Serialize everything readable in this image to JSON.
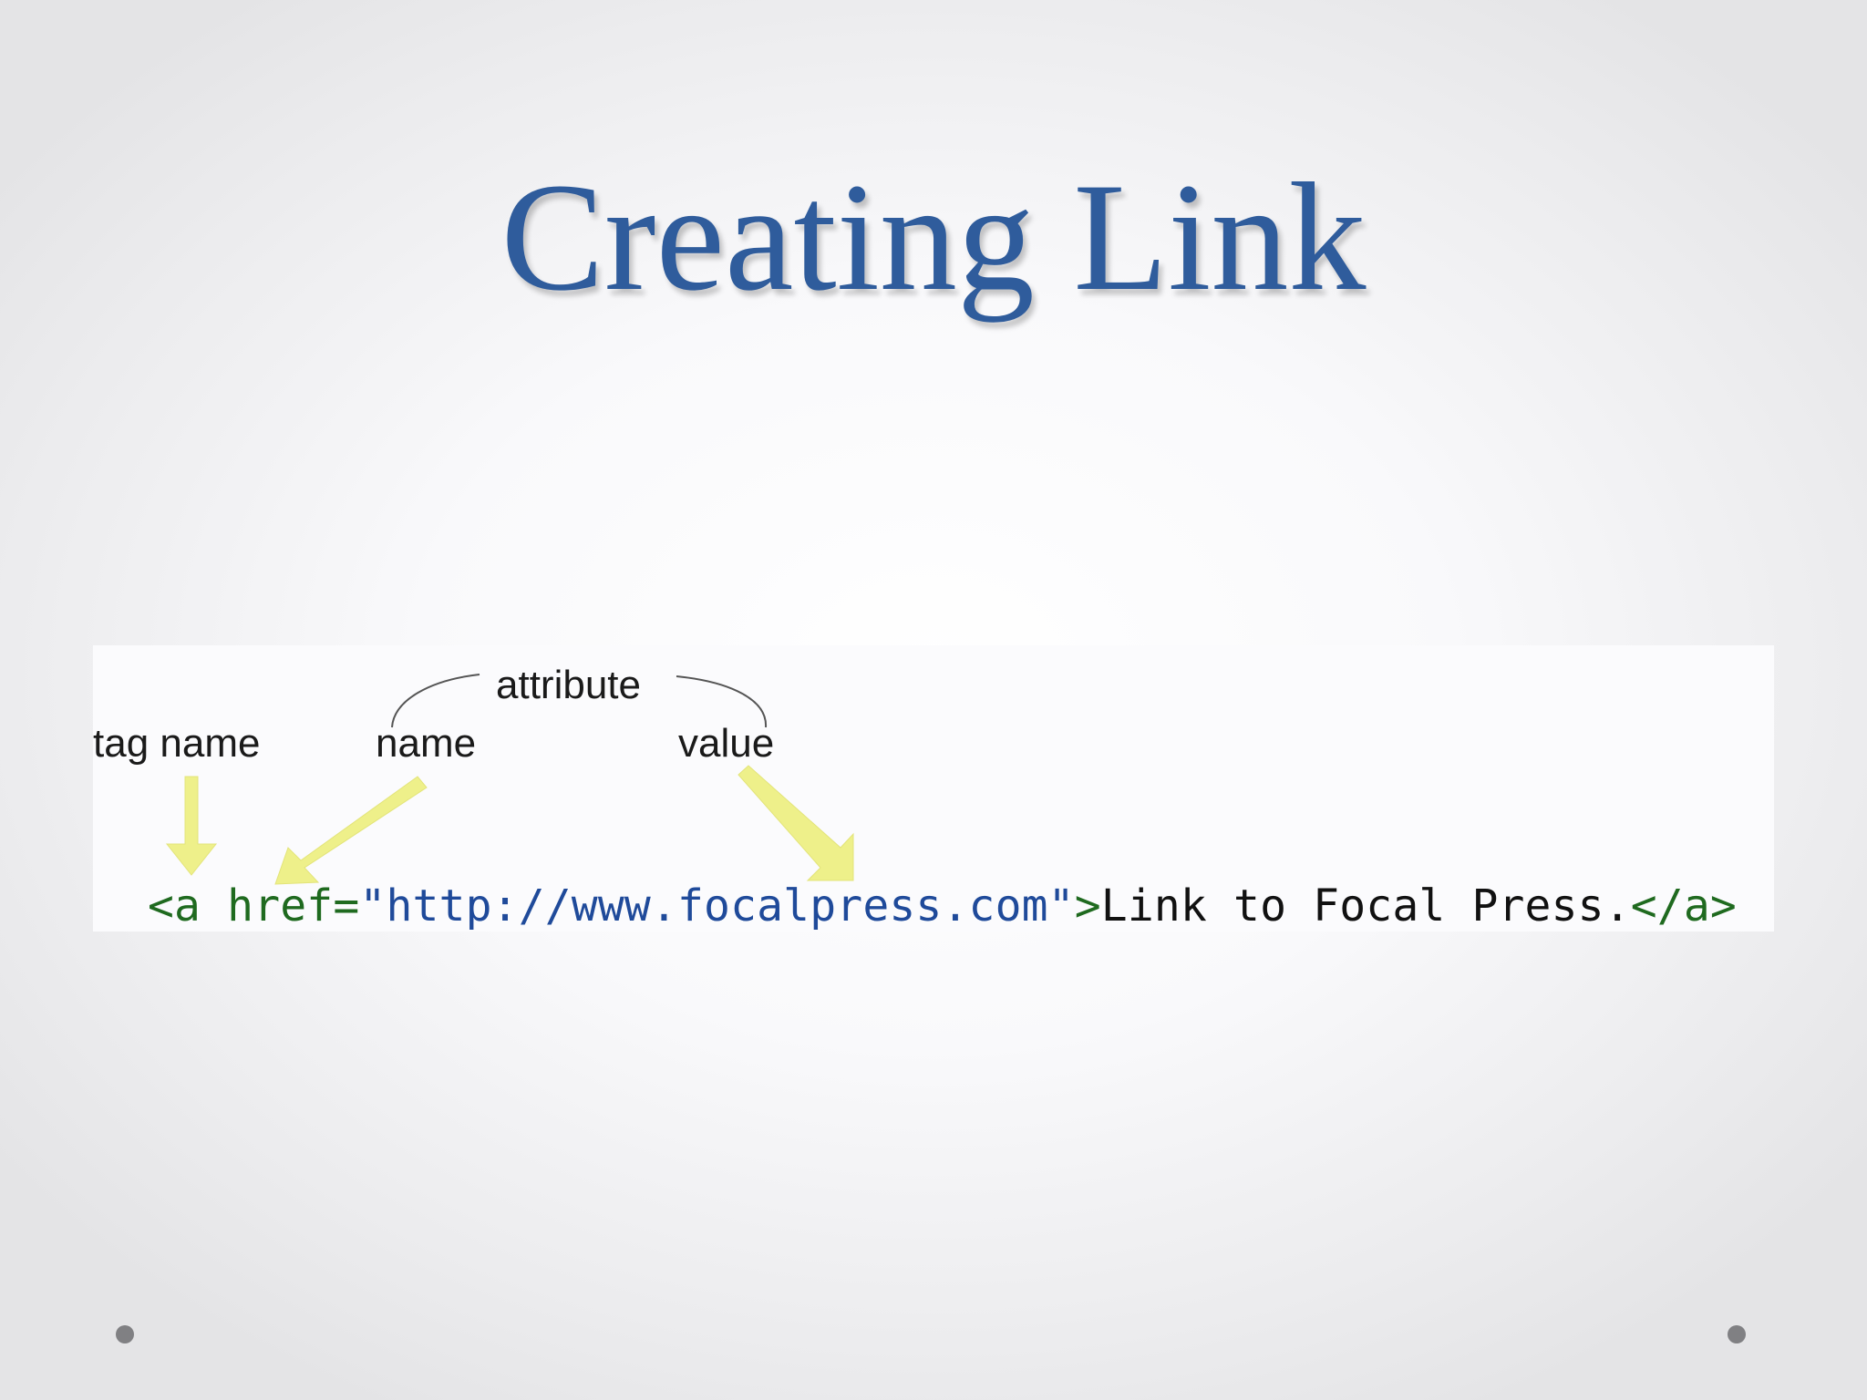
{
  "slide": {
    "title": "Creating Link"
  },
  "diagram": {
    "label_attribute": "attribute",
    "label_tag_name": "tag name",
    "label_name": "name",
    "label_value": "value",
    "arrow_color": "#eef08a",
    "code": {
      "open_tag": "<a",
      "attr_name": " href=",
      "attr_value": "\"http://www.focalpress.com\"",
      "close_open_tag": ">",
      "link_text": "Link to Focal Press.",
      "close_tag": "</a>"
    }
  },
  "colors": {
    "title": "#2f5c9c",
    "code_tag": "#1f6a1f",
    "code_value": "#1f4a9a",
    "bullet": "#808083"
  }
}
